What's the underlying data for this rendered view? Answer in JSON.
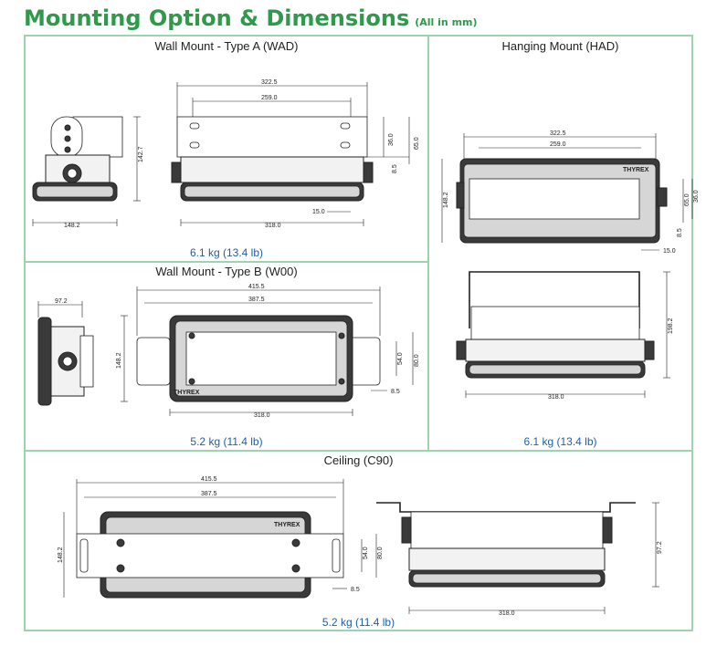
{
  "header": {
    "title": "Mounting Option & Dimensions",
    "subtitle": "(All in mm)"
  },
  "wad": {
    "caption": "Wall Mount - Type A (WAD)",
    "weight": "6.1 kg (13.4 lb)",
    "dims": {
      "d322": "322.5",
      "d259": "259.0",
      "d36": "36.0",
      "d65": "65.0",
      "d85": "8.5",
      "d15": "15.0",
      "d318": "318.0",
      "d148": "148.2",
      "d1427": "142.7"
    }
  },
  "had": {
    "caption": "Hanging Mount (HAD)",
    "weight": "6.1 kg (13.4 lb)",
    "dims": {
      "d322": "322.5",
      "d259": "259.0",
      "d1482": "148.2",
      "d36": "36.0",
      "d65": "65.0",
      "d85": "8.5",
      "d15": "15.0",
      "d1982": "198.2",
      "d318": "318.0"
    }
  },
  "w00": {
    "caption": "Wall Mount - Type B (W00)",
    "weight": "5.2 kg (11.4 lb)",
    "dims": {
      "d972": "97.2",
      "d4155": "415.5",
      "d3875": "387.5",
      "d1482": "148.2",
      "d54": "54.0",
      "d80": "80.0",
      "d85": "8.5",
      "d318": "318.0"
    }
  },
  "c90": {
    "caption": "Ceiling (C90)",
    "weight": "5.2 kg (11.4 lb)",
    "dims": {
      "d4155": "415.5",
      "d3875": "387.5",
      "d1482": "148.2",
      "d54": "54.0",
      "d80": "80.0",
      "d85": "8.5",
      "d318": "318.0",
      "d972": "97.2"
    }
  },
  "brand": "THYREX"
}
